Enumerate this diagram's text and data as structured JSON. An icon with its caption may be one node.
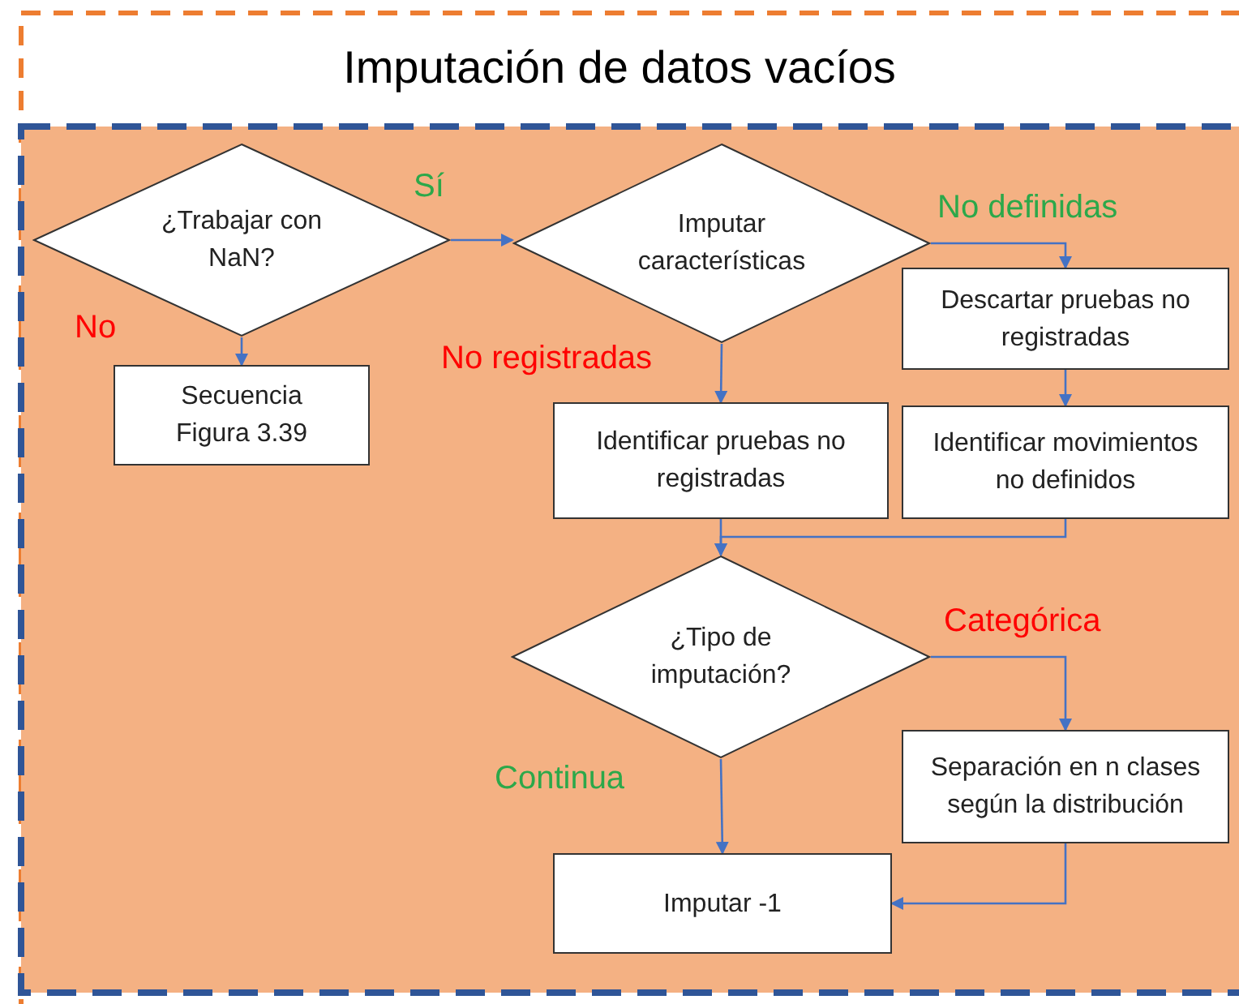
{
  "diagram": {
    "title": "Imputación de datos vacíos",
    "nodes": [
      {
        "text": [
          "¿Trabajar con NaN?"
        ]
      },
      {
        "text": [
          "Secuencia Figura 3.39"
        ]
      },
      {
        "text": [
          "Imputar características"
        ]
      },
      {
        "text": [
          "Descartar pruebas no registradas"
        ]
      },
      {
        "text": [
          "Identificar pruebas no registradas"
        ]
      },
      {
        "text": [
          "Identificar movimientos no definidos"
        ]
      },
      {
        "text": [
          "¿Tipo de imputación?"
        ]
      },
      {
        "text": [
          "Separación en n clases según la distribución"
        ]
      },
      {
        "text": [
          "Imputar -1"
        ]
      }
    ],
    "edges": [
      {
        "from": 0,
        "to": 1,
        "arrow": "to"
      },
      {
        "from": 0,
        "to": 2,
        "arrow": "to"
      },
      {
        "from": 2,
        "to": 3,
        "arrow": "to"
      },
      {
        "from": 2,
        "to": 4,
        "arrow": "to"
      },
      {
        "from": 3,
        "to": 5,
        "arrow": "to"
      },
      {
        "from": 4,
        "to": 6,
        "arrow": "to"
      },
      {
        "from": 5,
        "to": 6,
        "arrow": "to"
      },
      {
        "from": 6,
        "to": 7,
        "arrow": "to"
      },
      {
        "from": 6,
        "to": 8,
        "arrow": "to"
      },
      {
        "from": 7,
        "to": 8,
        "arrow": "to"
      }
    ],
    "labels": [
      "Sí",
      "No",
      "No definidas",
      "No registradas",
      "Categórica",
      "Continua"
    ]
  }
}
